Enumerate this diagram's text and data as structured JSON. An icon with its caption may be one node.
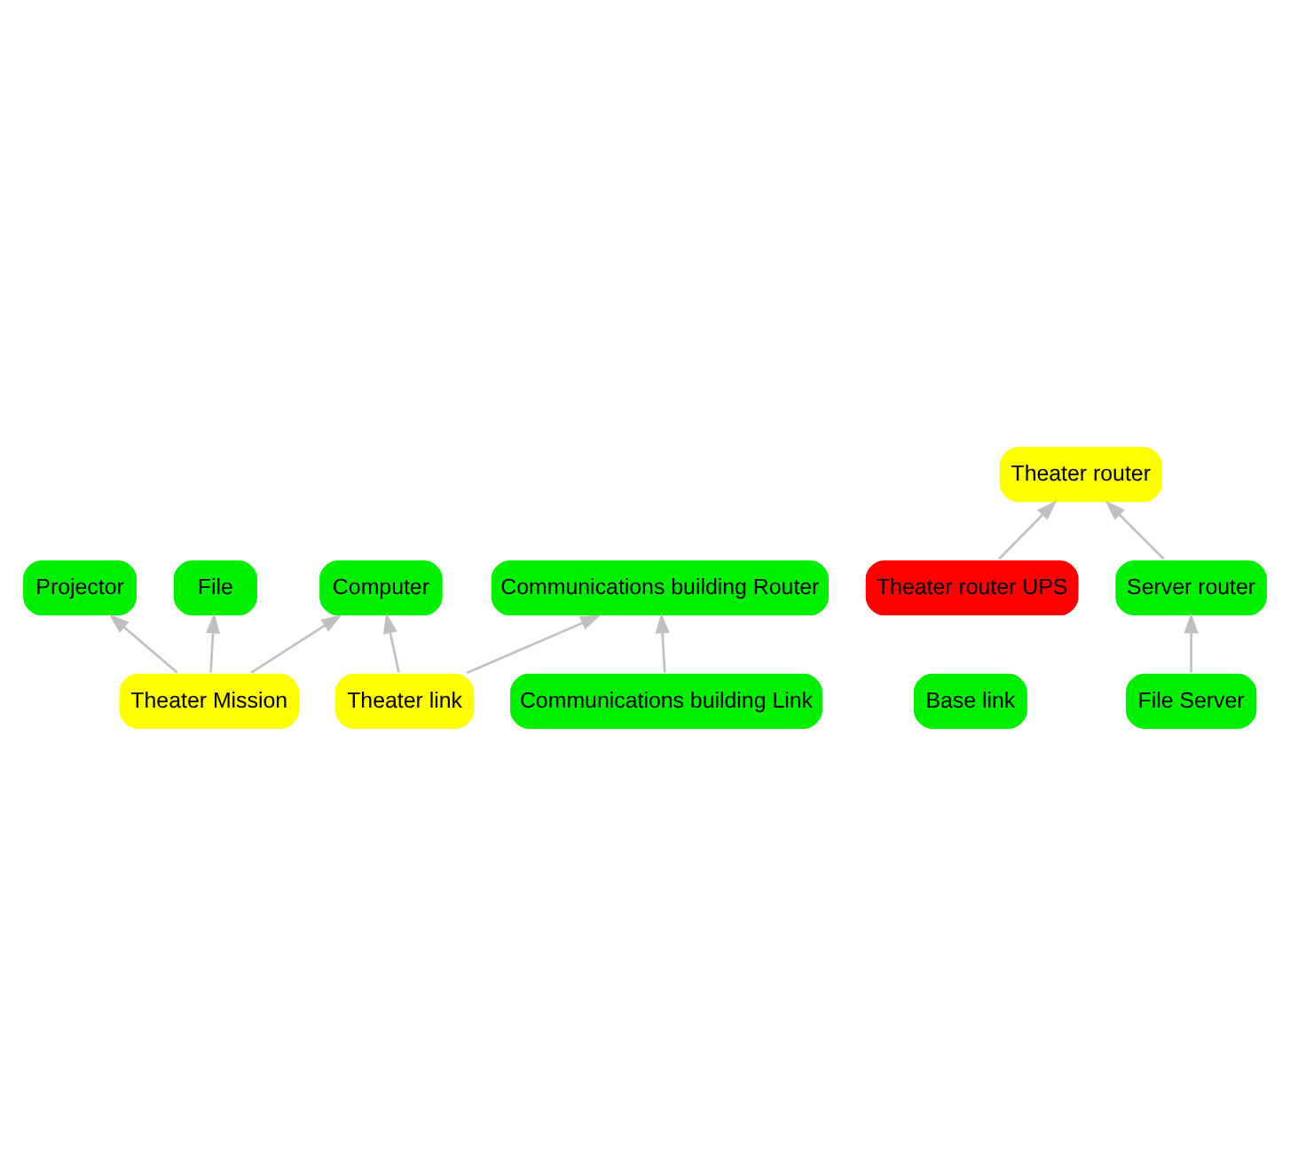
{
  "diagram": {
    "nodes": [
      {
        "text": [
          "Computer"
        ]
      },
      {
        "text": [
          "Projector"
        ]
      },
      {
        "text": [
          "Theater Mission"
        ]
      },
      {
        "text": [
          "File"
        ]
      },
      {
        "text": [
          "Base link"
        ]
      },
      {
        "text": [
          "Communications building Router"
        ]
      },
      {
        "text": [
          "Theater link"
        ]
      },
      {
        "text": [
          "Communications building Link"
        ]
      },
      {
        "text": [
          "Theater router"
        ]
      },
      {
        "text": [
          "Theater router UPS"
        ]
      },
      {
        "text": [
          "Server router"
        ]
      },
      {
        "text": [
          "File Server"
        ]
      }
    ],
    "edges": [
      {
        "from": 2,
        "to": 0,
        "arrow": "to"
      },
      {
        "from": 2,
        "to": 1,
        "arrow": "to"
      },
      {
        "from": 2,
        "to": 3,
        "arrow": "to"
      },
      {
        "from": 6,
        "to": 0,
        "arrow": "to"
      },
      {
        "from": 6,
        "to": 5,
        "arrow": "to"
      },
      {
        "from": 7,
        "to": 5,
        "arrow": "to"
      },
      {
        "from": 9,
        "to": 8,
        "arrow": "to"
      },
      {
        "from": 10,
        "to": 8,
        "arrow": "to"
      },
      {
        "from": 11,
        "to": 10,
        "arrow": "to"
      }
    ]
  }
}
